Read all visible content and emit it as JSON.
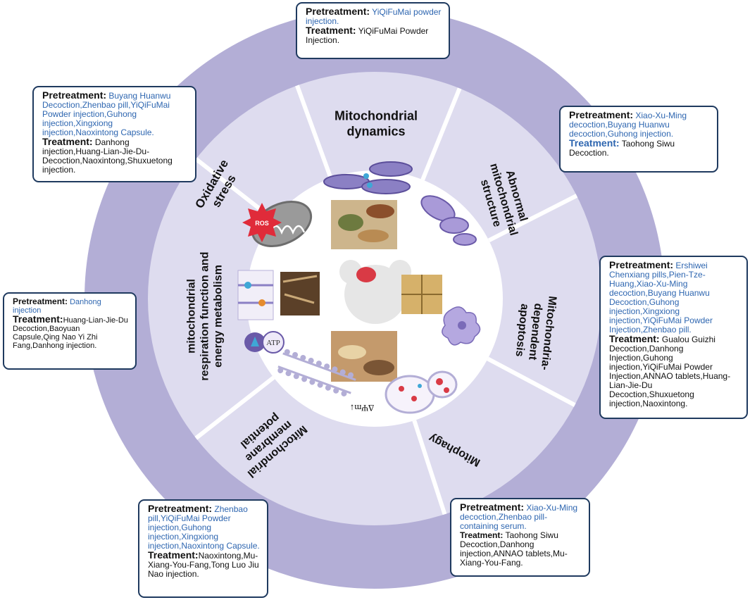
{
  "segments": [
    {
      "id": "dynamics",
      "lines": [
        "Mitochondrial",
        "dynamics"
      ]
    },
    {
      "id": "abnormal",
      "lines": [
        "Abnormal",
        "mitochondrial",
        "structure"
      ]
    },
    {
      "id": "apoptosis",
      "lines": [
        "Mitochondria-",
        "dependent",
        "apoptosis"
      ]
    },
    {
      "id": "mitophagy",
      "lines": [
        "Mitophagy"
      ]
    },
    {
      "id": "membrane",
      "lines": [
        "Mitochondrial",
        "membrane",
        "potential"
      ]
    },
    {
      "id": "respiration",
      "lines": [
        "mitochondrial",
        "respiration function and",
        "energy metabolism"
      ]
    },
    {
      "id": "oxidative",
      "lines": [
        "Oxidative",
        "stress"
      ]
    }
  ],
  "center_icons": {
    "ros_label": "ROS",
    "atp_label": "ATP",
    "potential_label": "ΔΨm↓"
  },
  "boxes": {
    "top": {
      "pre_label": "Pretreatment:",
      "pre_text": "YiQiFuMai powder injection.",
      "treat_label": "Treatment:",
      "treat_text": "YiQiFuMai Powder Injection."
    },
    "top_left": {
      "pre_label": "Pretreatment:",
      "pre_text": "Buyang Huanwu Decoction,Zhenbao pill,YiQiFuMai Powder injection,Guhong injection,Xingxiong injection,Naoxintong Capsule.",
      "treat_label": "Treatment:",
      "treat_text": "Danhong injection,Huang-Lian-Jie-Du-Decoction,Naoxintong,Shuxuetong injection."
    },
    "top_right": {
      "pre_label": "Pretreatment:",
      "pre_text": "Xiao-Xu-Ming decoction,Buyang Huanwu decoction,Guhong injection.",
      "treat_label": "Treatment:",
      "treat_text": "Taohong Siwu Decoction."
    },
    "right": {
      "pre_label": "Pretreatment:",
      "pre_text": "Ershiwei Chenxiang pills,Pien-Tze-Huang,Xiao-Xu-Ming decoction,Buyang Huanwu Decoction,Guhong injection,Xingxiong injection,YiQiFuMai Powder Injection,Zhenbao pill.",
      "treat_label": "Treatment:",
      "treat_text": "Gualou Guizhi Decoction,Danhong Injection,Guhong injection,YiQiFuMai Powder Injection,ANNAO tablets,Huang-Lian-Jie-Du Decoction,Shuxuetong injection,Naoxintong."
    },
    "left": {
      "pre_label": "Pretreatment:",
      "pre_text": "Danhong injection",
      "treat_label": "Treatment:",
      "treat_text": "Huang-Lian-Jie-Du Decoction,Baoyuan Capsule,Qing Nao Yi Zhi Fang,Danhong injection."
    },
    "bottom_left": {
      "pre_label": "Pretreatment:",
      "pre_text": "Zhenbao pill,YiQiFuMai Powder injection,Guhong injection,Xingxiong injection,Naoxintong Capsule.",
      "treat_label": "Treatment:",
      "treat_text": "Naoxintong,Mu-Xiang-You-Fang,Tong Luo Jiu Nao injection."
    },
    "bottom_right": {
      "pre_label": "Pretreatment:",
      "pre_text": "Xiao-Xu-Ming decoction,Zhenbao pill-containing serum.",
      "treat_label": "Treatment:",
      "treat_text": "Taohong Siwu Decoction,Danhong injection,ANNAO tablets,Mu-Xiang-You-Fang."
    }
  },
  "colors": {
    "outer_ring": "#b3aed6",
    "segment": "#dedcef",
    "separator": "#ffffff",
    "box_border": "#1f3a5f",
    "pretreatment_text": "#2e66b0"
  }
}
